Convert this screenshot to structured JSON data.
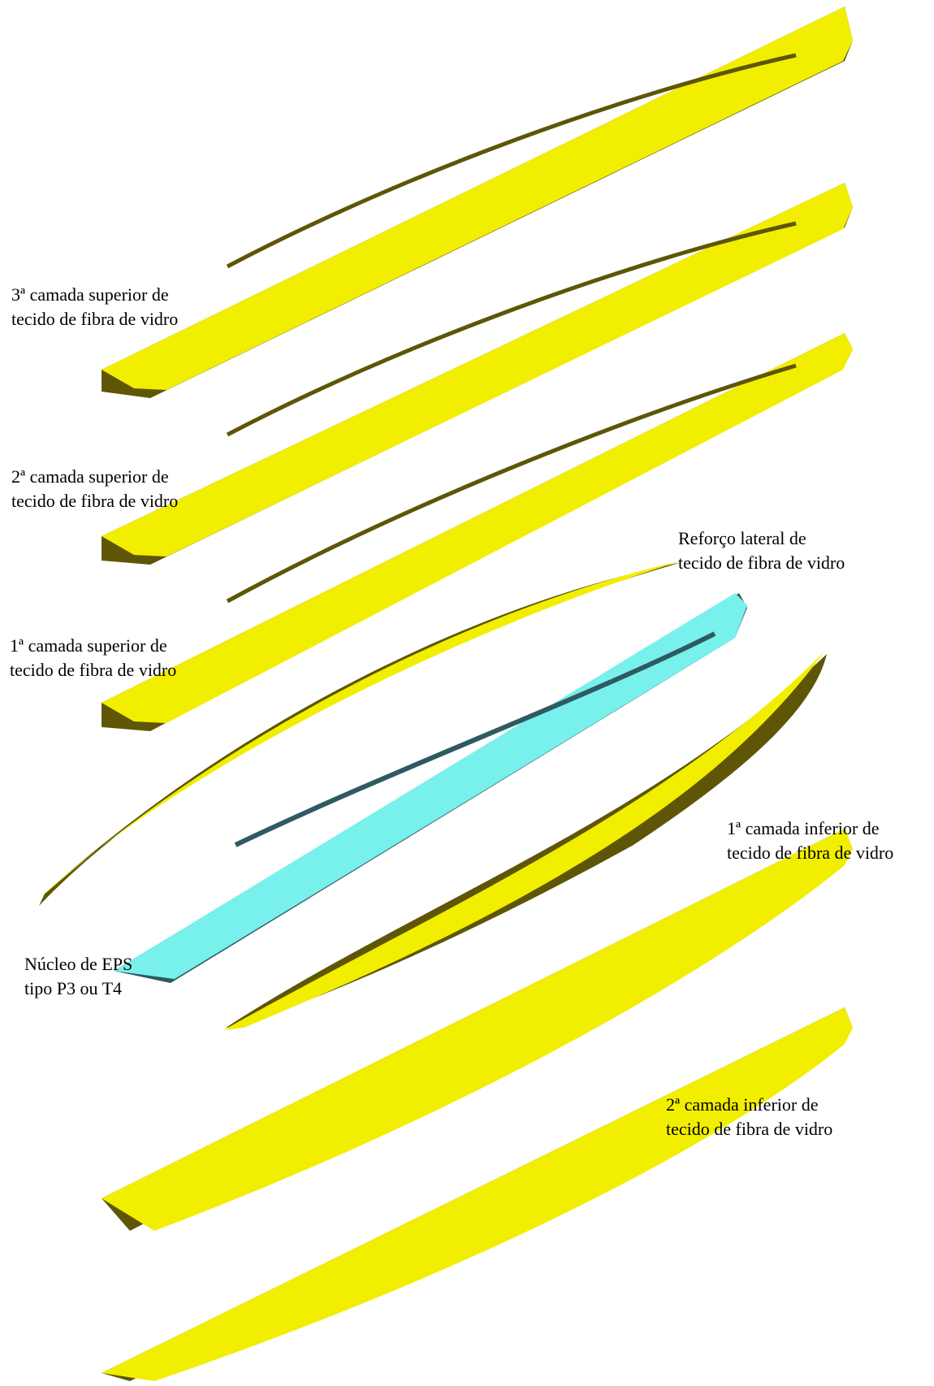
{
  "colors": {
    "fiberglass_top": "#f2ee00",
    "fiberglass_shadow": "#5e5606",
    "core_top": "#78f0ec",
    "core_side": "#2e5a62"
  },
  "labels": {
    "top_layer_3": [
      "3ª camada superior de",
      "tecido de fibra de vidro"
    ],
    "top_layer_2": [
      "2ª camada superior de",
      "tecido de fibra de vidro"
    ],
    "top_layer_1": [
      "1ª camada superior de",
      "tecido de fibra de vidro"
    ],
    "side_reinforcement": [
      "Reforço lateral de",
      "tecido de fibra de vidro"
    ],
    "core": [
      "Núcleo de EPS",
      "tipo P3 ou T4"
    ],
    "bottom_layer_1": [
      "1ª camada inferior de",
      "tecido de fibra de vidro"
    ],
    "bottom_layer_2": [
      "2ª camada inferior de",
      "tecido de fibra de vidro"
    ]
  }
}
